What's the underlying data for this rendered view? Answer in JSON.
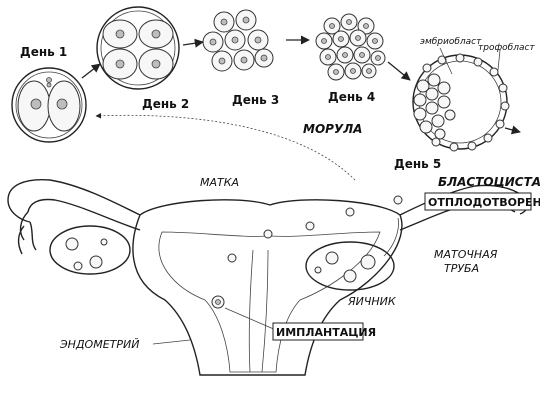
{
  "labels": {
    "day1": "День 1",
    "day2": "День 2",
    "day3": "День 3",
    "day4": "День 4",
    "day5": "День 5",
    "morula": "МОРУЛА",
    "blastocyst": "БЛАСТОЦИСТА",
    "embryoblast": "эмбриобласт",
    "trophoblast": "трофобласт",
    "uterus": "МАТКА",
    "fertilization": "ОТПЛОДОТВОРЕНИЕ",
    "tube_line1": "МАТОЧНАЯ",
    "tube_line2": "ТРУБА",
    "ovary": "ЯИЧНИК",
    "implantation": "ИМПЛАНТАЦИЯ",
    "endometrium": "ЭНДОМЕТРИЙ"
  }
}
